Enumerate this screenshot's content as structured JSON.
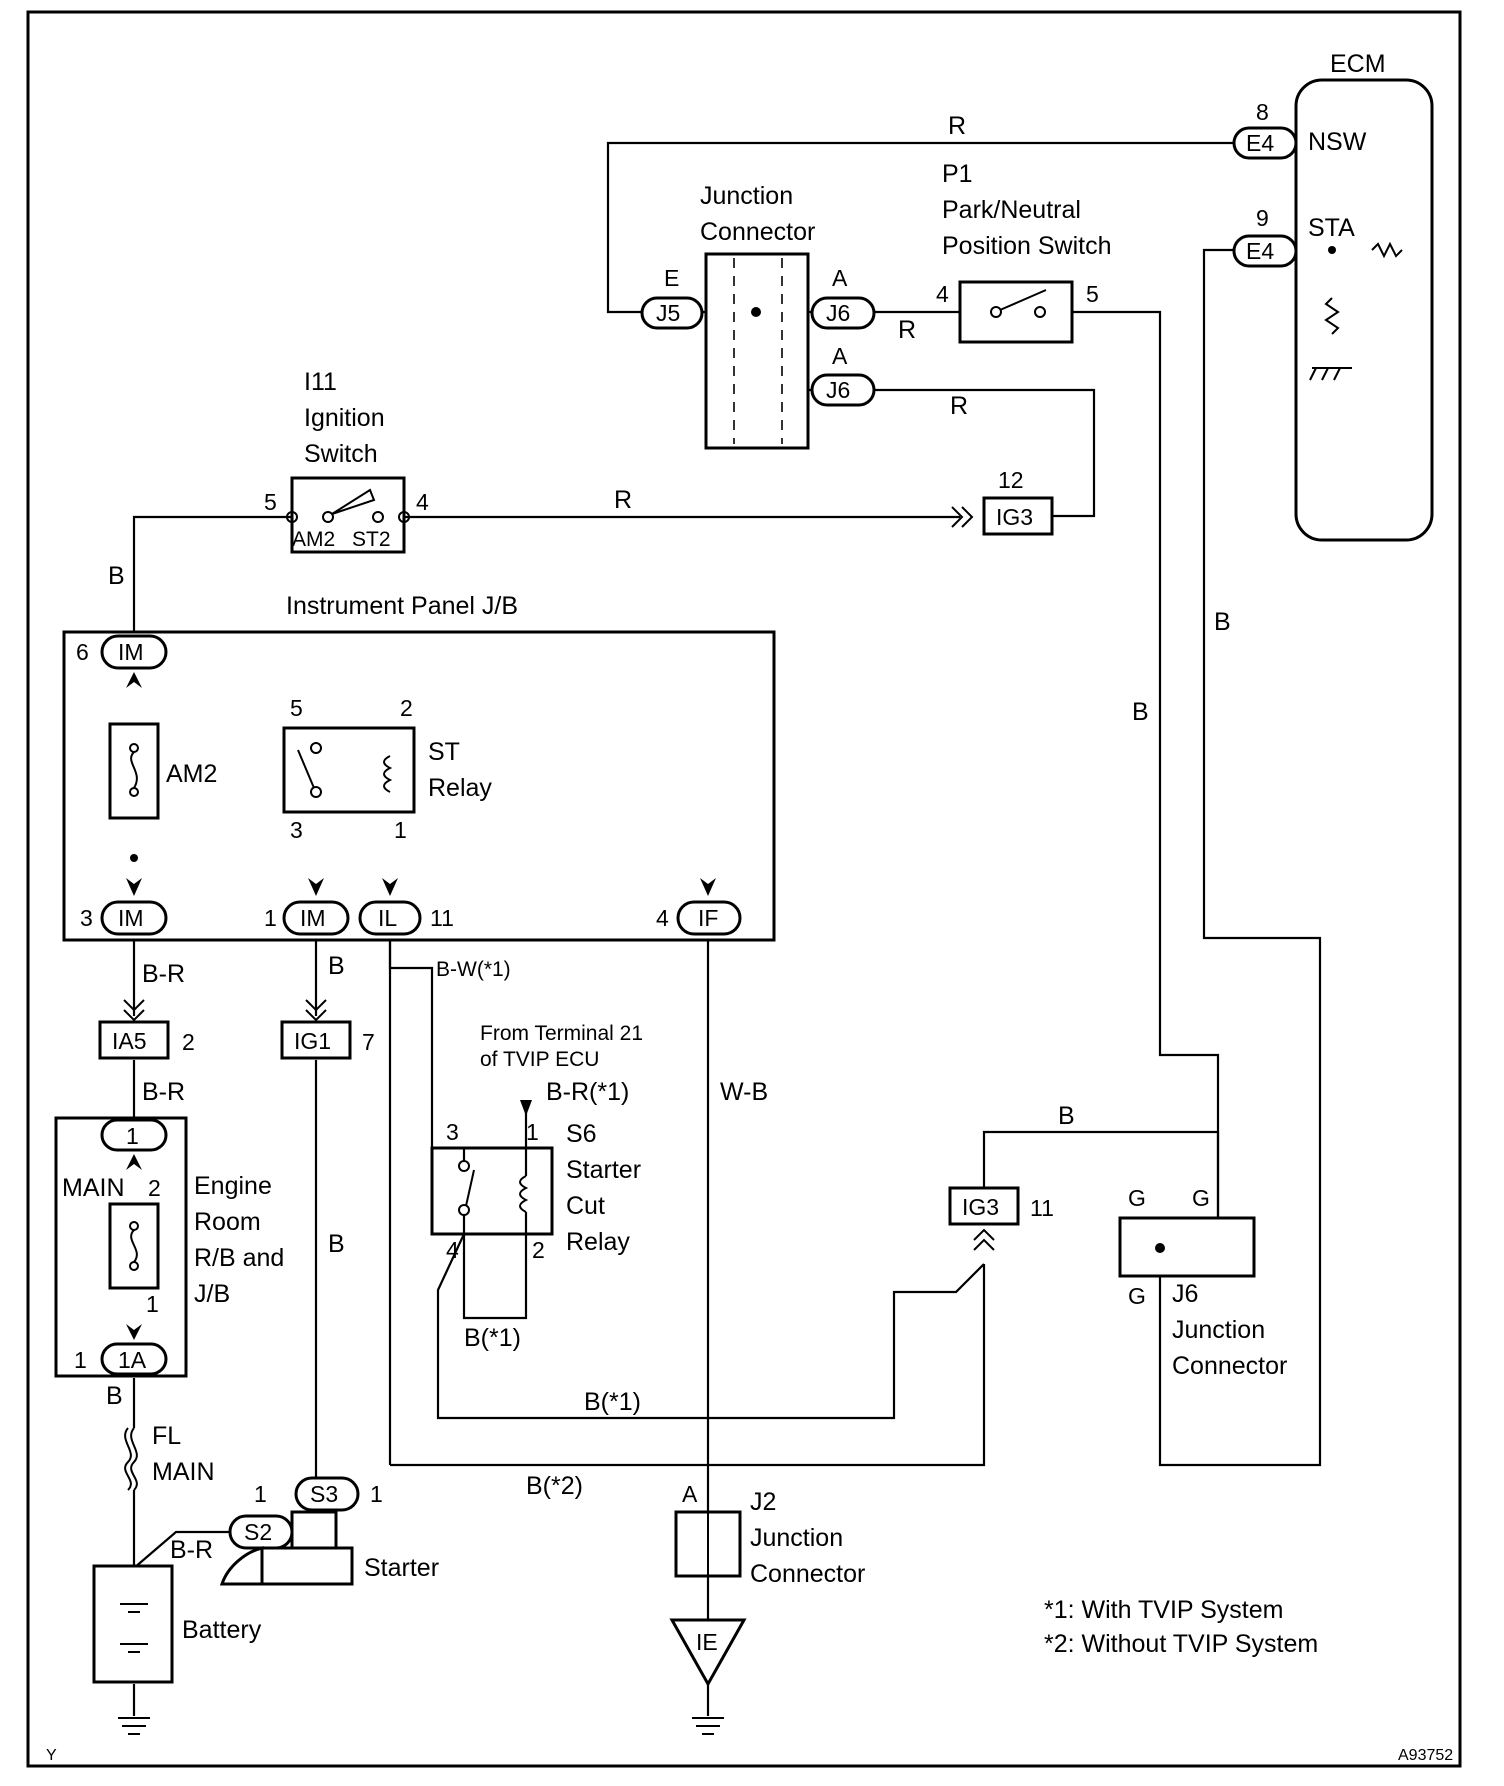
{
  "labels": {
    "ecm_title": "ECM",
    "nsw": "NSW",
    "sta": "STA",
    "e4": "E4",
    "pin8": "8",
    "pin9": "9",
    "wire_r": "R",
    "wire_b": "B",
    "wire_br": "B-R",
    "wire_wb": "W-B",
    "wire_bw1": "B-W(*1)",
    "wire_br1": "B-R(*1)",
    "wire_b1": "B(*1)",
    "wire_b2": "B(*2)",
    "junction": "Junction",
    "connector": "Connector",
    "j5": "J5",
    "j6": "J6",
    "pin_e": "E",
    "pin_a": "A",
    "pin_g": "G",
    "p1_id": "P1",
    "p1_name1": "Park/Neutral",
    "p1_name2": "Position Switch",
    "pin4": "4",
    "pin5": "5",
    "i11_id": "I11",
    "i11_name1": "Ignition",
    "i11_name2": "Switch",
    "am2": "AM2",
    "st2": "ST2",
    "ig3": "IG3",
    "pin12": "12",
    "pin11": "11",
    "ipjb_title": "Instrument Panel J/B",
    "im": "IM",
    "il": "IL",
    "if": "IF",
    "pin6": "6",
    "pin3": "3",
    "pin1": "1",
    "pin2": "2",
    "st": "ST",
    "relay": "Relay",
    "ia5": "IA5",
    "ig1": "IG1",
    "pin7": "7",
    "from_terminal1": "From Terminal 21",
    "from_terminal2": "of TVIP ECU",
    "s6_id": "S6",
    "s6_name1": "Starter",
    "s6_name2": "Cut",
    "s6_name3": "Relay",
    "er_name1": "Engine",
    "er_name2": "Room",
    "er_name3": "R/B and",
    "er_name4": "J/B",
    "main": "MAIN",
    "one_a": "1A",
    "fl": "FL",
    "s3": "S3",
    "s2": "S2",
    "starter": "Starter",
    "battery": "Battery",
    "j2_id": "J2",
    "ie": "IE",
    "note1": "*1: With TVIP System",
    "note2": "*2: Without TVIP System",
    "corner_y": "Y",
    "figure_id": "A93752"
  }
}
